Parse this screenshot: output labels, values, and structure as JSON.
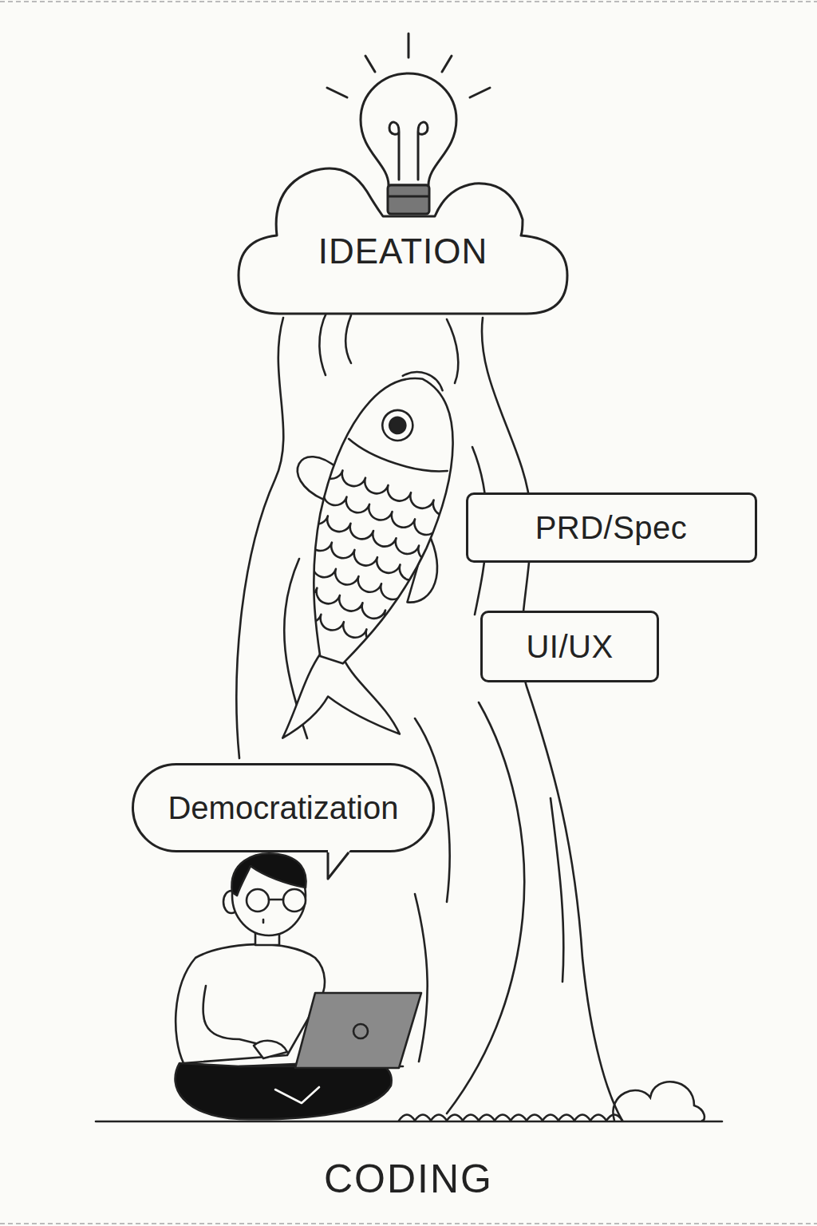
{
  "diagram": {
    "nodes": [
      {
        "text": [
          "IDEATION"
        ]
      },
      {
        "text": [
          "PRD/Spec"
        ]
      },
      {
        "text": [
          "UI/UX"
        ]
      },
      {
        "text": [
          "Democratization"
        ]
      }
    ],
    "labels": [
      "CODING"
    ]
  }
}
